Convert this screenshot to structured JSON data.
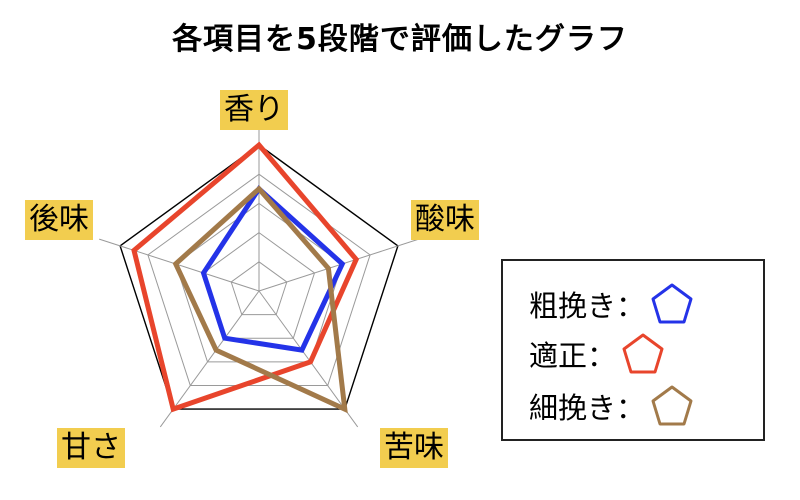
{
  "chart_data": {
    "type": "radar",
    "title": "各項目を5段階で評価したグラフ",
    "axes": [
      "香り",
      "酸味",
      "苦味",
      "甘さ",
      "後味"
    ],
    "rmax": 5,
    "grid_levels": [
      1,
      2,
      3,
      4,
      5
    ],
    "series": [
      {
        "name": "粗挽き",
        "legend_text": "粗挽き：",
        "color": "#2433e8",
        "values": [
          3.5,
          3,
          2.5,
          2,
          2
        ]
      },
      {
        "name": "適正",
        "legend_text": "適正：",
        "color": "#e8452c",
        "values": [
          5,
          3.5,
          3,
          5,
          4.5
        ]
      },
      {
        "name": "細挽き",
        "legend_text": "細挽き：",
        "color": "#a27a4a",
        "values": [
          3.5,
          2.5,
          5,
          2.5,
          3
        ]
      }
    ],
    "legend_placement": "right",
    "axis_label_background": "#f2cd4f"
  }
}
